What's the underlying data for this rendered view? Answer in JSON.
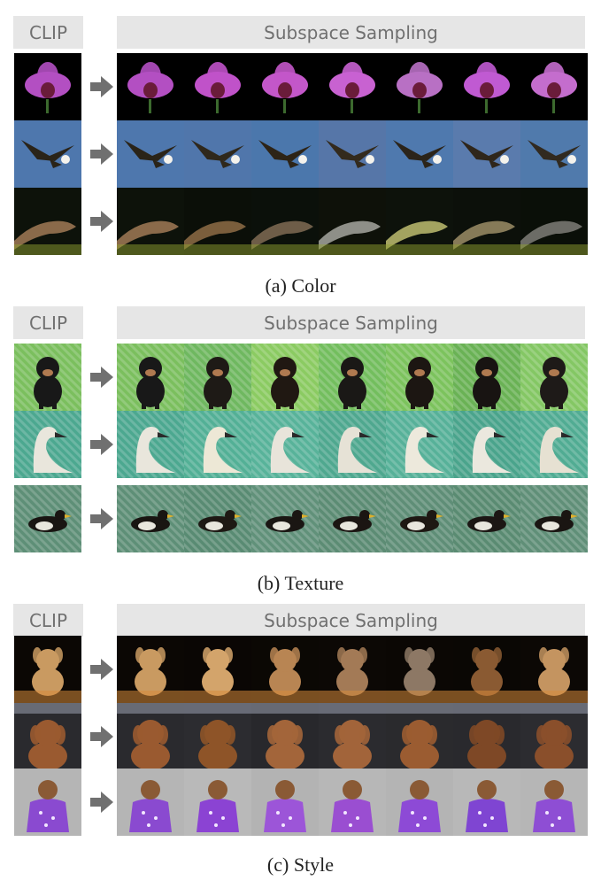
{
  "panels": [
    {
      "clip_label": "CLIP",
      "header_label": "Subspace Sampling",
      "caption": "(a) Color",
      "rows": [
        {
          "subject": "orchid",
          "bg_colors": [
            "#000000",
            "#000000",
            "#000000",
            "#000000",
            "#000000",
            "#000000",
            "#000000"
          ],
          "fg_colors": [
            "#b34fc2",
            "#c052c9",
            "#c357c9",
            "#c862d1",
            "#b870c4",
            "#c05ad2",
            "#c46dcd"
          ]
        },
        {
          "subject": "eagle",
          "bg_colors": [
            "#4e77ad",
            "#5076ab",
            "#4b77ac",
            "#5676a8",
            "#4f79ae",
            "#5a7bad",
            "#507aac"
          ],
          "fg_colors": [
            "#2a2419",
            "#2f281c",
            "#2d2417",
            "#332a1d",
            "#2b241a",
            "#2f261b",
            "#312a20"
          ]
        },
        {
          "subject": "lizard",
          "bg_colors": [
            "#0d120a",
            "#0b0f08",
            "#0b100a",
            "#0e1109",
            "#0d120b",
            "#0c100a",
            "#0a0f08"
          ],
          "fg_colors": [
            "#8a6a4a",
            "#7a5e3c",
            "#6e5d48",
            "#8e8f88",
            "#a3a360",
            "#867a58",
            "#6c6c66"
          ]
        }
      ]
    },
    {
      "clip_label": "CLIP",
      "header_label": "Subspace Sampling",
      "caption": "(b) Texture",
      "rows": [
        {
          "subject": "dog",
          "bg_colors": [
            "#7bbf5e",
            "#6fb860",
            "#8bcb62",
            "#73be5e",
            "#7cc35d",
            "#6ab255",
            "#84c764"
          ],
          "fg_colors": [
            "#181818",
            "#1e1a16",
            "#201812",
            "#1a1816",
            "#1c1612",
            "#181412",
            "#1e1a18"
          ]
        },
        {
          "subject": "swan",
          "bg_colors": [
            "#4ca890",
            "#53b096",
            "#58b39a",
            "#4fa88f",
            "#57b199",
            "#4aa48c",
            "#51ac93"
          ],
          "fg_colors": [
            "#e9e6dc",
            "#ede8d6",
            "#e8e4da",
            "#e6e2d6",
            "#ede9dc",
            "#ebe8de",
            "#e6e1d2"
          ]
        },
        {
          "subject": "duck",
          "bg_colors": [
            "#5e8f77",
            "#598b73",
            "#61917a",
            "#5c8c74",
            "#5f8e77",
            "#5a8b72",
            "#608f78"
          ],
          "fg_colors": [
            "#191512",
            "#1e1914",
            "#1a1613",
            "#1b1512",
            "#1e1813",
            "#1c1714",
            "#1a1512"
          ]
        }
      ]
    },
    {
      "clip_label": "CLIP",
      "header_label": "Subspace Sampling",
      "caption": "(c) Style",
      "rows": [
        {
          "subject": "puppy",
          "bg_colors": [
            "#0b0704",
            "#0a0604",
            "#0b0804",
            "#0c0805",
            "#0b0704",
            "#0a0704",
            "#0c0805"
          ],
          "fg_colors": [
            "#c99a61",
            "#d3a46b",
            "#b88553",
            "#a37a56",
            "#8d7865",
            "#8a5a32",
            "#c49460"
          ]
        },
        {
          "subject": "retriever",
          "bg_colors": [
            "#2a2a2e",
            "#2c2c30",
            "#28282c",
            "#2b2b2f",
            "#2a2a2d",
            "#29292d",
            "#2c2c30"
          ],
          "fg_colors": [
            "#9a5a30",
            "#8e5428",
            "#a3653a",
            "#a2643a",
            "#9b5c31",
            "#7e4826",
            "#8a4f2b"
          ]
        },
        {
          "subject": "plush",
          "bg_colors": [
            "#b5b5b5",
            "#b9b9b9",
            "#b3b3b3",
            "#b7b7b7",
            "#b4b4b4",
            "#b8b8b8",
            "#b6b6b6"
          ],
          "fg_colors": [
            "#8a4ad0",
            "#8b43d3",
            "#9c55d8",
            "#9a4ed1",
            "#8d4ad6",
            "#7f45d2",
            "#8e4ed4"
          ]
        }
      ]
    }
  ]
}
